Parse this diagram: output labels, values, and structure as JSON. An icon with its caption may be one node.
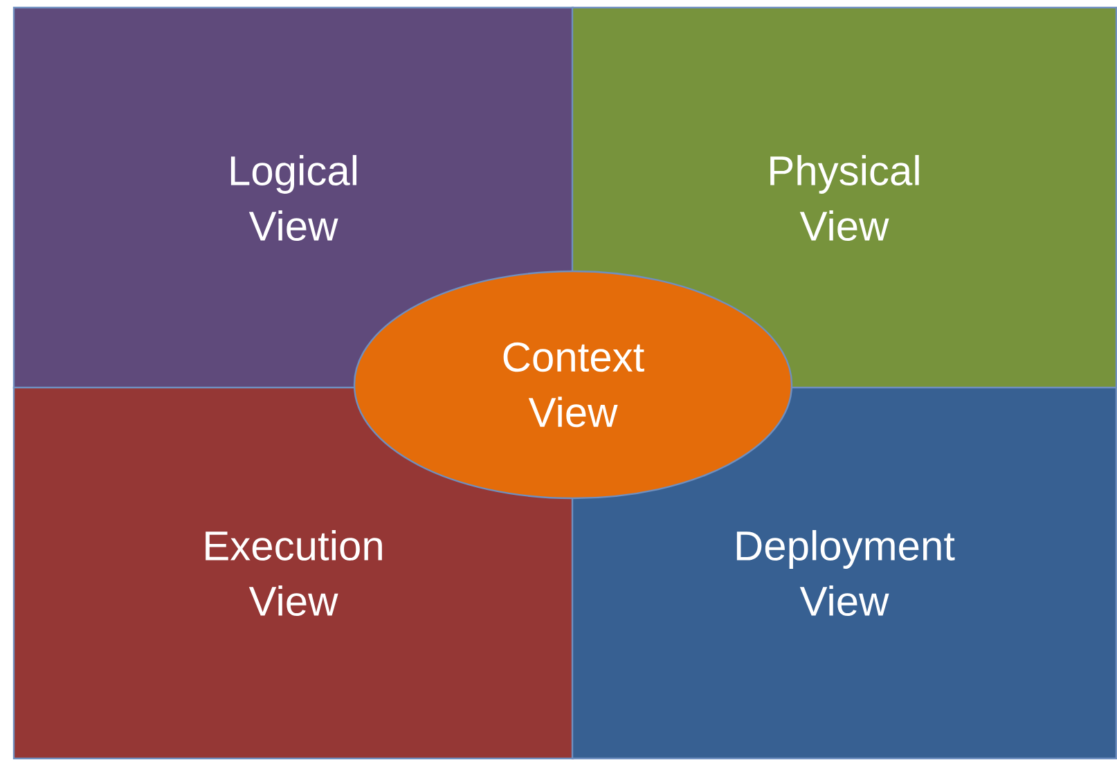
{
  "diagram": {
    "nodes": [
      {
        "text": [
          "Logical View"
        ]
      },
      {
        "text": [
          "Physical View"
        ]
      },
      {
        "text": [
          "Context View"
        ]
      },
      {
        "text": [
          "Execution View"
        ]
      },
      {
        "text": [
          "Deployment View"
        ]
      }
    ]
  }
}
